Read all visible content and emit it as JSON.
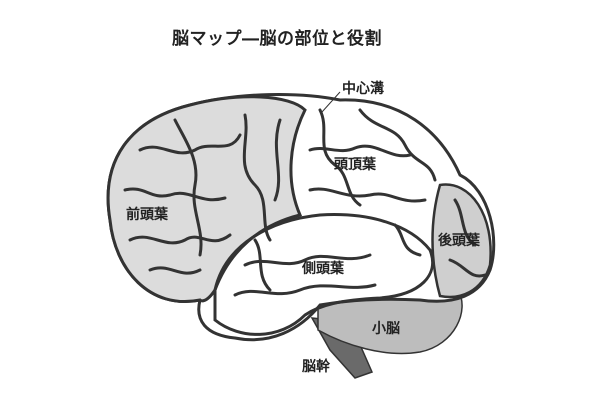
{
  "title": "脳マップ―脳の部位と役割",
  "labels": {
    "central_sulcus": "中心溝",
    "parietal": "頭頂葉",
    "frontal": "前頭葉",
    "occipital": "後頭葉",
    "temporal": "側頭葉",
    "cerebellum": "小脳",
    "brainstem": "脳幹"
  },
  "colors": {
    "frontal_fill": "#dcdcdc",
    "occipital_fill": "#cfcfcf",
    "cerebellum_fill": "#bdbdbd",
    "brainstem_fill": "#6a6a6a",
    "outline": "#333333"
  }
}
